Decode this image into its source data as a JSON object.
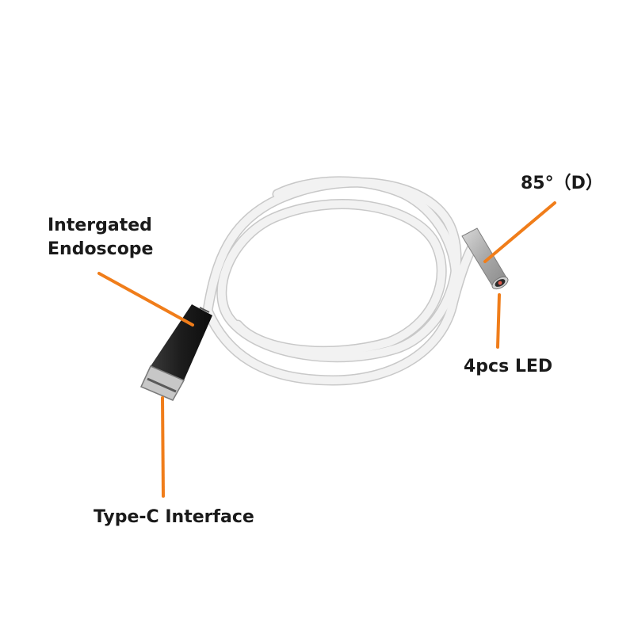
{
  "colors": {
    "background": "#ffffff",
    "callout_line": "#f07d1a",
    "cable": "#e6e6e6",
    "connector": "#1c1c1c",
    "probe_tip": "#b9b9b9",
    "led_glow": "#e0584a"
  },
  "labels": {
    "endoscope_line1": "Intergated",
    "endoscope_line2": "Endoscope",
    "angle": "85°（D）",
    "led": "4pcs LED",
    "type_c": "Type-C Interface"
  },
  "objects": {
    "cable": "white-coiled-cable",
    "connector": "usb-type-c-connector",
    "probe": "camera-probe-tip"
  }
}
